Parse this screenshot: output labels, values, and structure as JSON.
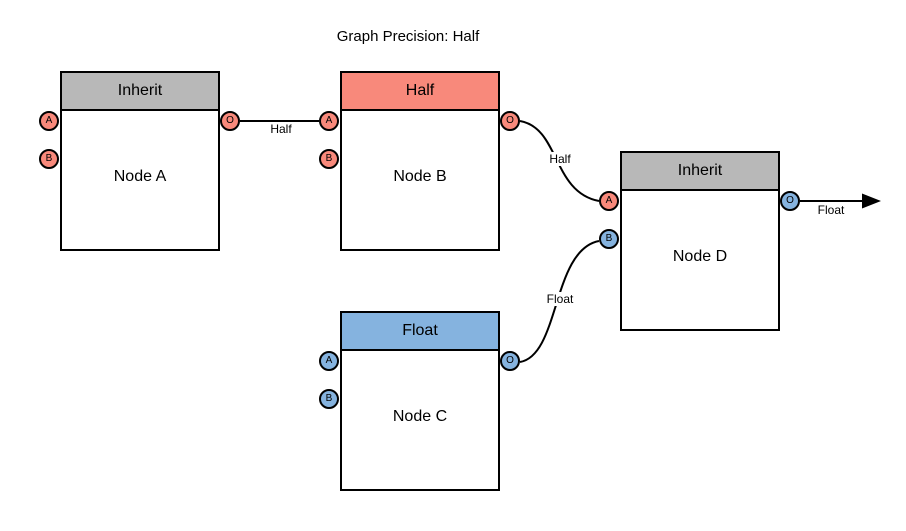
{
  "title": "Graph Precision: Half",
  "colors": {
    "inherit_gray": "#B8B8B8",
    "half_salmon": "#F8897B",
    "float_blue": "#85B3DF",
    "stroke": "#000000",
    "canvas": "#FFFFFF"
  },
  "nodes": [
    {
      "name": "Node A",
      "precision_label": "Inherit",
      "header_color": "#B8B8B8",
      "inputs": [
        {
          "label": "A",
          "color": "#F8897B"
        },
        {
          "label": "B",
          "color": "#F8897B"
        }
      ],
      "output": {
        "label": "O",
        "color": "#F8897B"
      }
    },
    {
      "name": "Node B",
      "precision_label": "Half",
      "header_color": "#F8897B",
      "inputs": [
        {
          "label": "A",
          "color": "#F8897B"
        },
        {
          "label": "B",
          "color": "#F8897B"
        }
      ],
      "output": {
        "label": "O",
        "color": "#F8897B"
      }
    },
    {
      "name": "Node C",
      "precision_label": "Float",
      "header_color": "#85B3DF",
      "inputs": [
        {
          "label": "A",
          "color": "#85B3DF"
        },
        {
          "label": "B",
          "color": "#85B3DF"
        }
      ],
      "output": {
        "label": "O",
        "color": "#85B3DF"
      }
    },
    {
      "name": "Node D",
      "precision_label": "Inherit",
      "header_color": "#B8B8B8",
      "inputs": [
        {
          "label": "A",
          "color": "#F8897B"
        },
        {
          "label": "B",
          "color": "#85B3DF"
        }
      ],
      "output": {
        "label": "O",
        "color": "#85B3DF"
      }
    }
  ],
  "edges": [
    {
      "from": "Node A output O",
      "to": "Node B input A",
      "label": "Half"
    },
    {
      "from": "Node B output O",
      "to": "Node D input A",
      "label": "Half"
    },
    {
      "from": "Node C output O",
      "to": "Node D input B",
      "label": "Float"
    },
    {
      "from": "Node D output O",
      "to": "graph output arrow",
      "label": "Float"
    }
  ]
}
